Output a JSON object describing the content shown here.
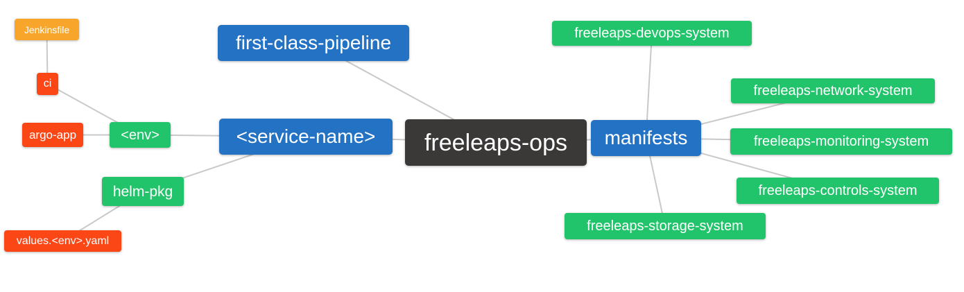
{
  "diagram": {
    "type": "mindmap",
    "root_label": "freeleaps-ops",
    "nodes": {
      "root": "freeleaps-ops",
      "first_class_pipeline": "first-class-pipeline",
      "service_name": "<service-name>",
      "manifests": "manifests",
      "env": "<env>",
      "helm_pkg": "helm-pkg",
      "ci": "ci",
      "argo_app": "argo-app",
      "jenkinsfile": "Jenkinsfile",
      "values_env_yaml": "values.<env>.yaml",
      "devops_system": "freeleaps-devops-system",
      "network_system": "freeleaps-network-system",
      "monitoring_system": "freeleaps-monitoring-system",
      "controls_system": "freeleaps-controls-system",
      "storage_system": "freeleaps-storage-system"
    },
    "edges": [
      [
        "jenkinsfile",
        "ci"
      ],
      [
        "ci",
        "env"
      ],
      [
        "argo_app",
        "env"
      ],
      [
        "env",
        "service_name"
      ],
      [
        "helm_pkg",
        "service_name"
      ],
      [
        "values_env_yaml",
        "helm_pkg"
      ],
      [
        "service_name",
        "root"
      ],
      [
        "first_class_pipeline",
        "root"
      ],
      [
        "root",
        "manifests"
      ],
      [
        "manifests",
        "devops_system"
      ],
      [
        "manifests",
        "network_system"
      ],
      [
        "manifests",
        "monitoring_system"
      ],
      [
        "manifests",
        "controls_system"
      ],
      [
        "manifests",
        "storage_system"
      ]
    ]
  },
  "palette": {
    "root-color": "#3b3838",
    "level1-color": "#2472c4",
    "level2-color": "#21c46a",
    "level3-color": "#fb4616",
    "level4-color": "#f7a62b",
    "edge-color": "#c9c9c9",
    "text-color": "#ffffff",
    "bg-color": "#ffffff"
  }
}
